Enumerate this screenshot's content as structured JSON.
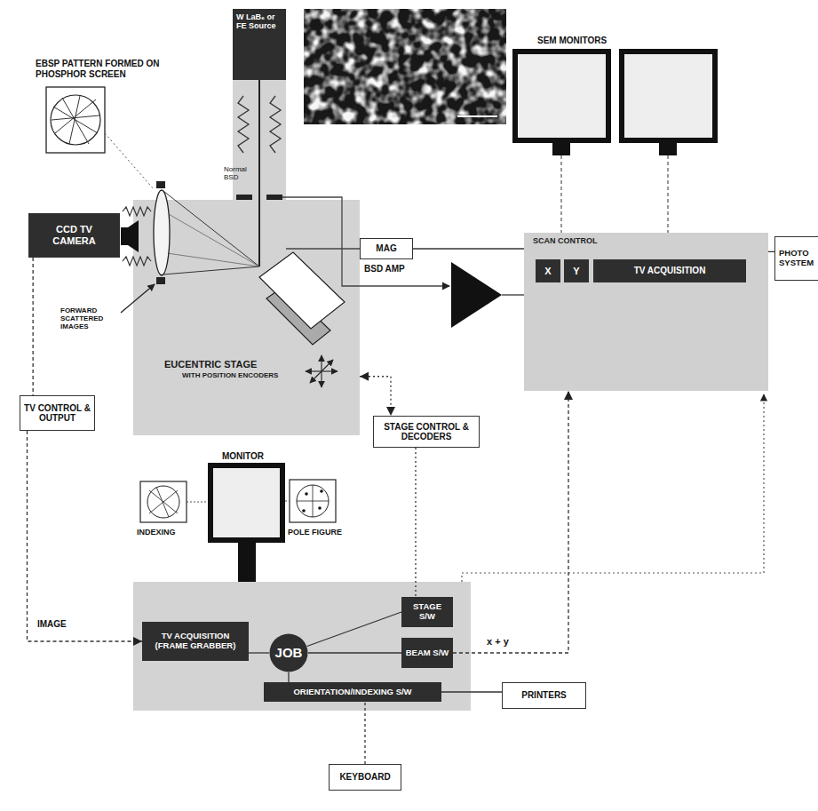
{
  "diagram": {
    "nodes": [
      {
        "text": [
          "W LaB₆ or FE Source"
        ]
      },
      {
        "text": [
          "EUCENTRIC STAGE",
          "WITH POSITION ENCODERS"
        ]
      },
      {
        "text": [
          "CCD TV CAMERA"
        ]
      },
      {
        "text": [
          "MAG"
        ]
      },
      {
        "text": [
          "BSD AMP"
        ]
      },
      {
        "text": [
          "SCAN CONTROL"
        ]
      },
      {
        "text": [
          "X"
        ],
        "in": 5
      },
      {
        "text": [
          "Y"
        ],
        "in": 5
      },
      {
        "text": [
          "TV ACQUISITION"
        ],
        "in": 5
      },
      {
        "text": [
          "PHOTO SYSTEM"
        ]
      },
      {
        "text": [
          "TV CONTROL & OUTPUT"
        ]
      },
      {
        "text": [
          "STAGE CONTROL & DECODERS"
        ]
      },
      {
        "text": [
          "TV ACQUISITION (FRAME GRABBER)"
        ]
      },
      {
        "text": [
          "JOB"
        ]
      },
      {
        "text": [
          "STAGE S/W"
        ]
      },
      {
        "text": [
          "BEAM S/W"
        ]
      },
      {
        "text": [
          "ORIENTATION/INDEXING S/W"
        ]
      },
      {
        "text": [
          "PRINTERS"
        ]
      },
      {
        "text": [
          "KEYBOARD"
        ]
      }
    ],
    "edges": [
      {
        "from": 3,
        "to": 5,
        "arrow": "none"
      },
      {
        "from": 4,
        "to": 5,
        "arrow": "none"
      },
      {
        "from": 5,
        "to": 9,
        "arrow": "none"
      },
      {
        "from": 2,
        "to": 10,
        "arrow": "none"
      },
      {
        "from": 10,
        "to": 12,
        "label": "IMAGE",
        "arrow": "to"
      },
      {
        "from": 1,
        "to": 11,
        "arrow": "both"
      },
      {
        "from": 11,
        "to": 14,
        "arrow": "none"
      },
      {
        "from": 15,
        "to": 5,
        "label": "x + y",
        "arrow": "to"
      },
      {
        "from": 16,
        "to": 17,
        "arrow": "none"
      },
      {
        "from": 18,
        "to": 16,
        "arrow": "none"
      },
      {
        "from": 13,
        "to": 12,
        "arrow": "none"
      },
      {
        "from": 13,
        "to": 14,
        "arrow": "none"
      },
      {
        "from": 13,
        "to": 15,
        "arrow": "none"
      },
      {
        "from": 13,
        "to": 16,
        "arrow": "none"
      }
    ],
    "labels": [
      "EBSP PATTERN FORMED ON PHOSPHOR SCREEN",
      "SEM MONITORS",
      "Normal BSD",
      "FORWARD SCATTERED IMAGES",
      "MONITOR",
      "INDEXING",
      "POLE FIGURE"
    ]
  }
}
